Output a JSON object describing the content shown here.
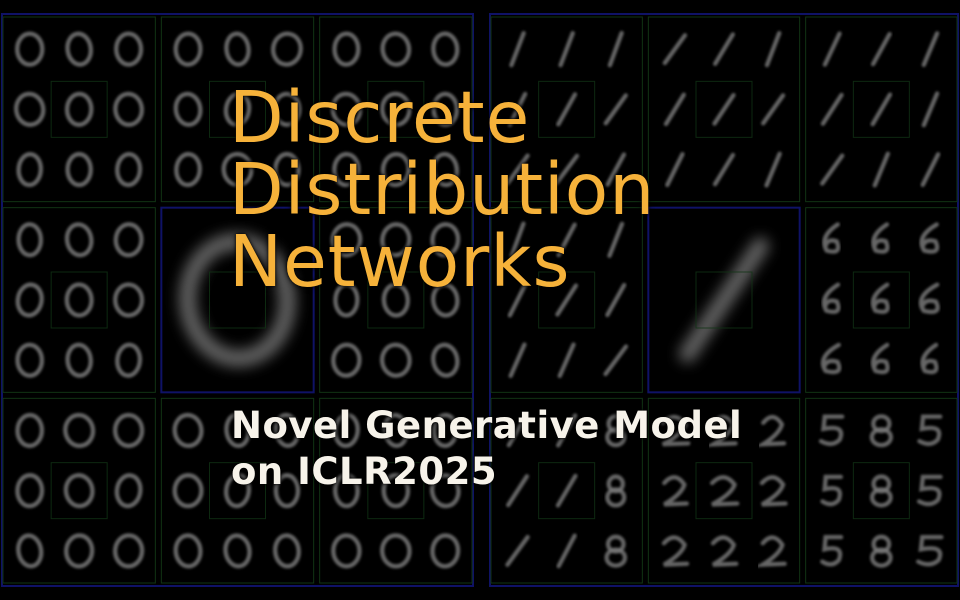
{
  "banner": {
    "title_lines": [
      "Discrete",
      "Distribution",
      "Networks"
    ],
    "subtitle_lines": [
      "Novel Generative Model",
      "on ICLR2025"
    ]
  },
  "colors": {
    "title": "#f6b23a",
    "subtitle": "#f7f3ea",
    "frame_blue": "#1a1fb0",
    "frame_green": "#1e5a24",
    "background": "#000000"
  },
  "background_image": {
    "description_icon": "mnist-sample-grid-icon",
    "digit_groups": [
      [
        "0",
        "0",
        "0",
        "0",
        "0",
        "0",
        "0",
        "0",
        "0"
      ],
      [
        "1",
        "1",
        "1",
        "1",
        "1",
        "1",
        "1",
        "1",
        "1"
      ],
      [
        "6",
        "6",
        "6"
      ],
      [
        "1",
        "1",
        "8",
        "2",
        "2",
        "2",
        "5",
        "8",
        "5"
      ]
    ]
  }
}
